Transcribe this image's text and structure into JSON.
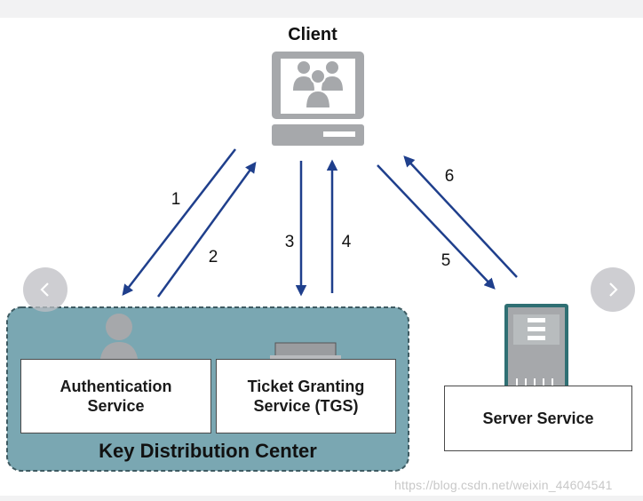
{
  "client": {
    "label": "Client"
  },
  "kdc": {
    "label": "Key Distribution Center",
    "authentication_service": {
      "line1": "Authentication",
      "line2": "Service"
    },
    "ticket_granting_service": {
      "line1": "Ticket Granting",
      "line2": "Service (TGS)"
    }
  },
  "server": {
    "label": "Server Service"
  },
  "steps": [
    "1",
    "2",
    "3",
    "4",
    "5",
    "6"
  ],
  "navigation": {
    "prev_icon": "chevron-left-icon",
    "next_icon": "chevron-right-icon"
  },
  "watermark": "https://blog.csdn.net/weixin_44604541",
  "colors": {
    "arrow": "#1f3f8c",
    "kdc_fill": "#7aa7b2",
    "icon_gray": "#a6a8ab",
    "server_teal": "#2f6f73"
  }
}
